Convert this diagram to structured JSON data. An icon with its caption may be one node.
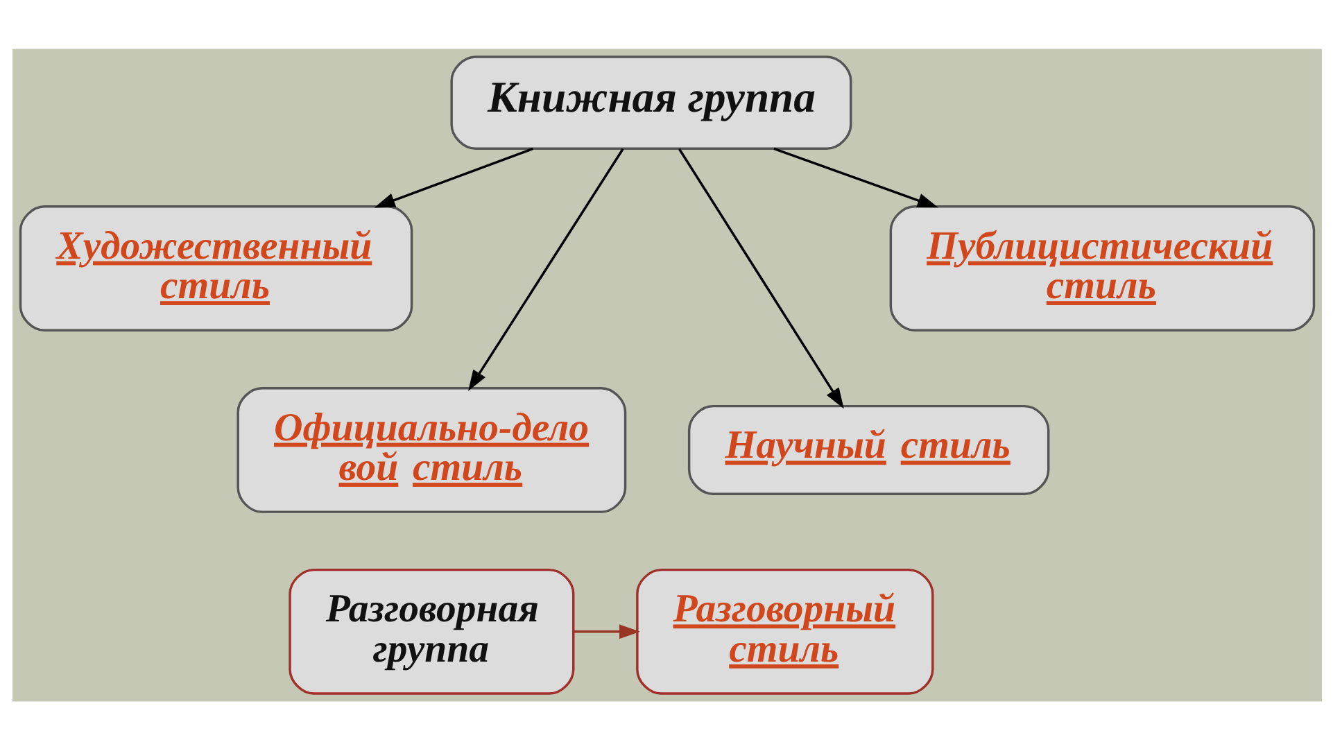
{
  "diagram": {
    "nodes": [
      {
        "text": [
          "Книжная группа"
        ]
      },
      {
        "text": [
          "Художественный стиль"
        ]
      },
      {
        "text": [
          "Публицистический стиль"
        ]
      },
      {
        "text": [
          "Официально-дело вой стиль"
        ]
      },
      {
        "text": [
          "Научный стиль"
        ]
      },
      {
        "text": [
          "Разговорная группа"
        ]
      },
      {
        "text": [
          "Разговорный стиль"
        ]
      }
    ],
    "edges": [
      {
        "from": 0,
        "to": 1,
        "arrow": "to"
      },
      {
        "from": 0,
        "to": 3,
        "arrow": "to"
      },
      {
        "from": 0,
        "to": 4,
        "arrow": "to"
      },
      {
        "from": 0,
        "to": 2,
        "arrow": "to"
      },
      {
        "from": 5,
        "to": 6,
        "arrow": "to",
        "color": "#9a3424"
      }
    ]
  }
}
